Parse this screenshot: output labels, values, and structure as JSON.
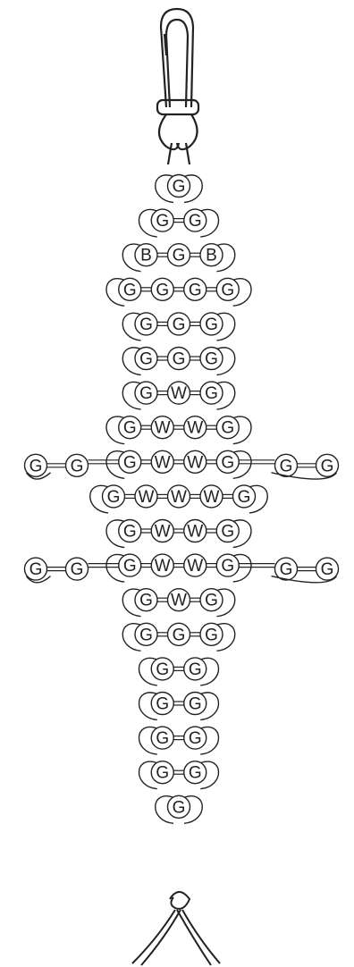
{
  "colors": {
    "line": "#222222",
    "paper": "#ffffff"
  },
  "pattern": {
    "rows": [
      {
        "beads": [
          "G"
        ]
      },
      {
        "beads": [
          "G",
          "G"
        ]
      },
      {
        "beads": [
          "B",
          "G",
          "B"
        ]
      },
      {
        "beads": [
          "G",
          "G",
          "G",
          "G"
        ]
      },
      {
        "beads": [
          "G",
          "G",
          "G"
        ]
      },
      {
        "beads": [
          "G",
          "G",
          "G"
        ]
      },
      {
        "beads": [
          "G",
          "W",
          "G"
        ]
      },
      {
        "beads": [
          "G",
          "W",
          "W",
          "G"
        ]
      },
      {
        "beads": [
          "G",
          "W",
          "W",
          "G"
        ],
        "legs": {
          "left": [
            "G",
            "G"
          ],
          "right": [
            "G",
            "G"
          ]
        }
      },
      {
        "beads": [
          "G",
          "W",
          "W",
          "W",
          "G"
        ]
      },
      {
        "beads": [
          "G",
          "W",
          "W",
          "G"
        ]
      },
      {
        "beads": [
          "G",
          "W",
          "W",
          "G"
        ],
        "legs": {
          "left": [
            "G",
            "G"
          ],
          "right": [
            "G",
            "G"
          ]
        }
      },
      {
        "beads": [
          "G",
          "W",
          "G"
        ]
      },
      {
        "beads": [
          "G",
          "G",
          "G"
        ]
      },
      {
        "beads": [
          "G",
          "G"
        ]
      },
      {
        "beads": [
          "G",
          "G"
        ]
      },
      {
        "beads": [
          "G",
          "G"
        ]
      },
      {
        "beads": [
          "G",
          "G"
        ]
      },
      {
        "beads": [
          "G"
        ]
      }
    ]
  }
}
